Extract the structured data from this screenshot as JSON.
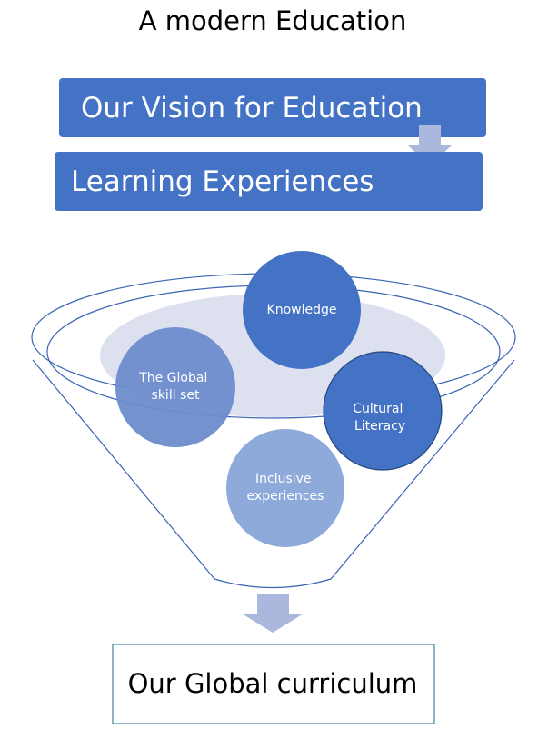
{
  "title": "A modern Education",
  "banners": [
    {
      "label": "Our Vision for Education"
    },
    {
      "label": "Learning Experiences"
    }
  ],
  "funnel_items": [
    {
      "lines": [
        "Knowledge"
      ]
    },
    {
      "lines": [
        "The Global",
        "skill set"
      ]
    },
    {
      "lines": [
        "Cultural",
        "Literacy"
      ]
    },
    {
      "lines": [
        "Inclusive",
        "experiences"
      ]
    }
  ],
  "output": {
    "label": "Our Global curriculum"
  },
  "colors": {
    "banner": "#4472c4",
    "arrow": "#a9b8dc",
    "funnel_stroke": "#3a64b4",
    "ellipse_fill": "#dde1ef",
    "knowledge": "#4472c4",
    "global_skill": "#6c8ccb",
    "cultural": "#4472c4",
    "inclusive": "#8eaadb",
    "output_border": "#1f6a8a"
  }
}
